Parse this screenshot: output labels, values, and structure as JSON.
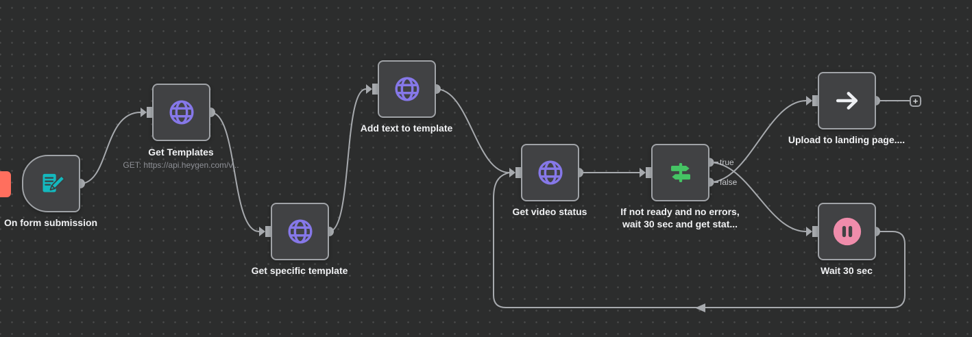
{
  "colors": {
    "canvas_bg": "#2c2d2d",
    "node_fill": "#414244",
    "node_border": "#a0a3a7",
    "wire": "#a7aaae",
    "label": "#f1f2f4",
    "subtitle": "#8e9096",
    "http_purple": "#8678e9",
    "form_teal": "#14b8bd",
    "if_green": "#45c464",
    "wait_pink": "#ef8cab",
    "arrow_white": "#eef0f3",
    "sticky_red": "#ff6f5e"
  },
  "nodes": {
    "form": {
      "label": "On form submission"
    },
    "get_templates": {
      "label": "Get Templates",
      "subtitle": "GET: https://api.heygen.com/v..."
    },
    "get_specific_template": {
      "label": "Get specific template"
    },
    "add_text_to_template": {
      "label": "Add text to template"
    },
    "get_video_status": {
      "label": "Get video status"
    },
    "if_check": {
      "label_line1": "If not ready and no errors,",
      "label_line2": "wait 30 sec and get stat..."
    },
    "upload_landing_page": {
      "label": "Upload to landing page...."
    },
    "wait_30_sec": {
      "label": "Wait 30 sec"
    }
  },
  "ports": {
    "true_label": "true",
    "false_label": "false"
  },
  "add_node_button": {
    "glyph": "+"
  }
}
